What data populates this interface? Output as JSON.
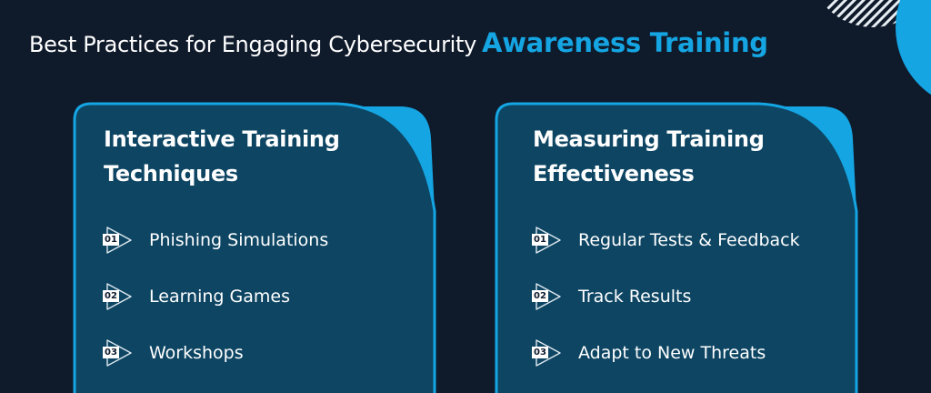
{
  "title": {
    "main": "Best Practices for Engaging Cybersecurity",
    "accent": "Awareness Training"
  },
  "colors": {
    "background": "#0f1a2b",
    "accent": "#14a5e2",
    "card": "#0d4563"
  },
  "cards": [
    {
      "heading": "Interactive Training Techniques",
      "items": [
        {
          "num": "01",
          "label": "Phishing Simulations"
        },
        {
          "num": "02",
          "label": "Learning Games"
        },
        {
          "num": "03",
          "label": "Workshops"
        }
      ]
    },
    {
      "heading": "Measuring Training Effectiveness",
      "items": [
        {
          "num": "01",
          "label": "Regular Tests & Feedback"
        },
        {
          "num": "02",
          "label": "Track Results"
        },
        {
          "num": "03",
          "label": "Adapt to New Threats"
        }
      ]
    }
  ]
}
